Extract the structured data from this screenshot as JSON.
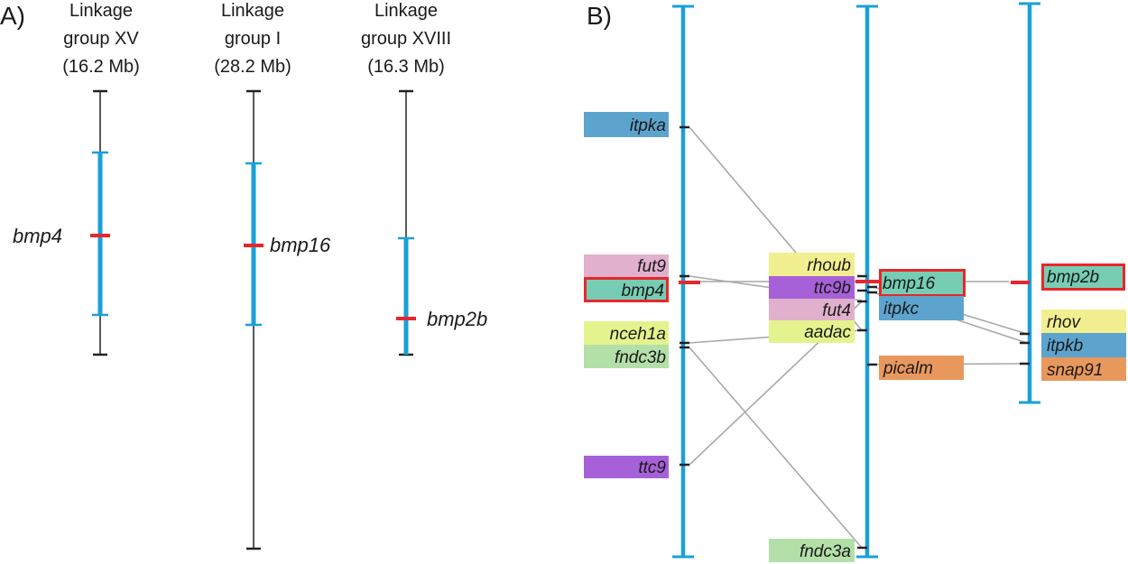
{
  "colors": {
    "chromosome_blue": "#1aa0d8",
    "locus_red": "#e8262b",
    "thin_line": "#222222",
    "connector": "#a8a8a8",
    "box_blue": "#5ca4ce",
    "box_pink": "#e0b0cc",
    "box_teal": "#76cdb4",
    "box_yellowgreen": "#e4f38e",
    "box_lightgreen": "#b3dfa8",
    "box_purple": "#a761d8",
    "box_yellow": "#f2ef90",
    "box_orange": "#e9985d"
  },
  "panel_a": {
    "label": "A)",
    "groups": [
      {
        "title_line1": "Linkage",
        "title_line2": "group XV",
        "title_line3": "(16.2 Mb)",
        "gene": "bmp4"
      },
      {
        "title_line1": "Linkage",
        "title_line2": "group I",
        "title_line3": "(28.2 Mb)",
        "gene": "bmp16"
      },
      {
        "title_line1": "Linkage",
        "title_line2": "group XVIII",
        "title_line3": "(16.3 Mb)",
        "gene": "bmp2b"
      }
    ]
  },
  "panel_b": {
    "label": "B)",
    "column1_genes": [
      "itpka",
      "fut9",
      "bmp4",
      "nceh1a",
      "fndc3b",
      "ttc9"
    ],
    "column2_genes": [
      "rhoub",
      "ttc9b",
      "fut4",
      "aadac",
      "fndc3a"
    ],
    "column2_right_genes": [
      "bmp16",
      "itpkc",
      "picalm"
    ],
    "column3_genes": [
      "bmp2b",
      "rhov",
      "itpkb",
      "snap91"
    ]
  }
}
